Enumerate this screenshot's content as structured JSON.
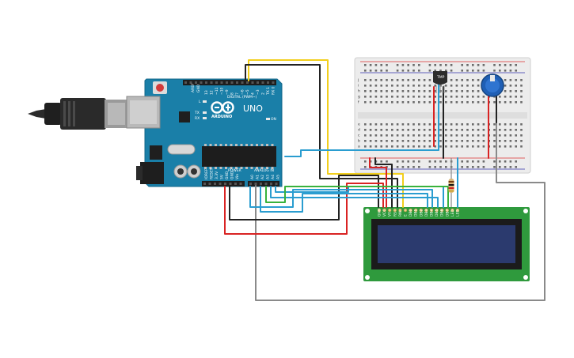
{
  "arduino": {
    "logo_text": "ARDUINO",
    "model_text": "UNO",
    "digital_header_label": "DIGITAL (PWM~)",
    "power_header_label": "POWER",
    "analog_header_label": "ANALOG IN",
    "on_label": "ON",
    "tx_label": "TX",
    "rx_label": "RX",
    "l_label": "L",
    "aref_label": "AREF",
    "gnd_label": "GND",
    "power_pins": [
      "IOREF",
      "RESET",
      "3.3V",
      "5V",
      "GND",
      "GND",
      "Vin"
    ],
    "analog_pins": [
      "A0",
      "A1",
      "A2",
      "A3",
      "A4",
      "A5"
    ],
    "digital_pins": [
      "13",
      "12",
      "~11",
      "~10",
      "~9",
      "8",
      "7",
      "~6",
      "~5",
      "4",
      "~3",
      "2",
      "TX 1",
      "RX 0"
    ]
  },
  "breadboard": {
    "row_letters": [
      "a",
      "b",
      "c",
      "d",
      "e",
      "f",
      "g",
      "h",
      "i",
      "j"
    ]
  },
  "sensor": {
    "label": "TMP"
  },
  "lcd": {
    "pin_labels": [
      "GND",
      "VCC",
      "V0",
      "RS",
      "RW",
      "E",
      "DB0",
      "DB1",
      "DB2",
      "DB3",
      "DB4",
      "DB5",
      "DB6",
      "DB7",
      "LED",
      "LED"
    ]
  },
  "colors": {
    "arduino_board": "#1a7fa8",
    "arduino_board_edge": "#13678a",
    "breadboard": "#ececec",
    "lcd_board": "#2f9a3d",
    "lcd_screen": "#2b3a6e",
    "wire_yellow": "#f2cf1d",
    "wire_red": "#d92323",
    "wire_black": "#222222",
    "wire_blue": "#2a9dd0",
    "wire_green": "#39b23c",
    "wire_gray": "#8a8a8a"
  }
}
